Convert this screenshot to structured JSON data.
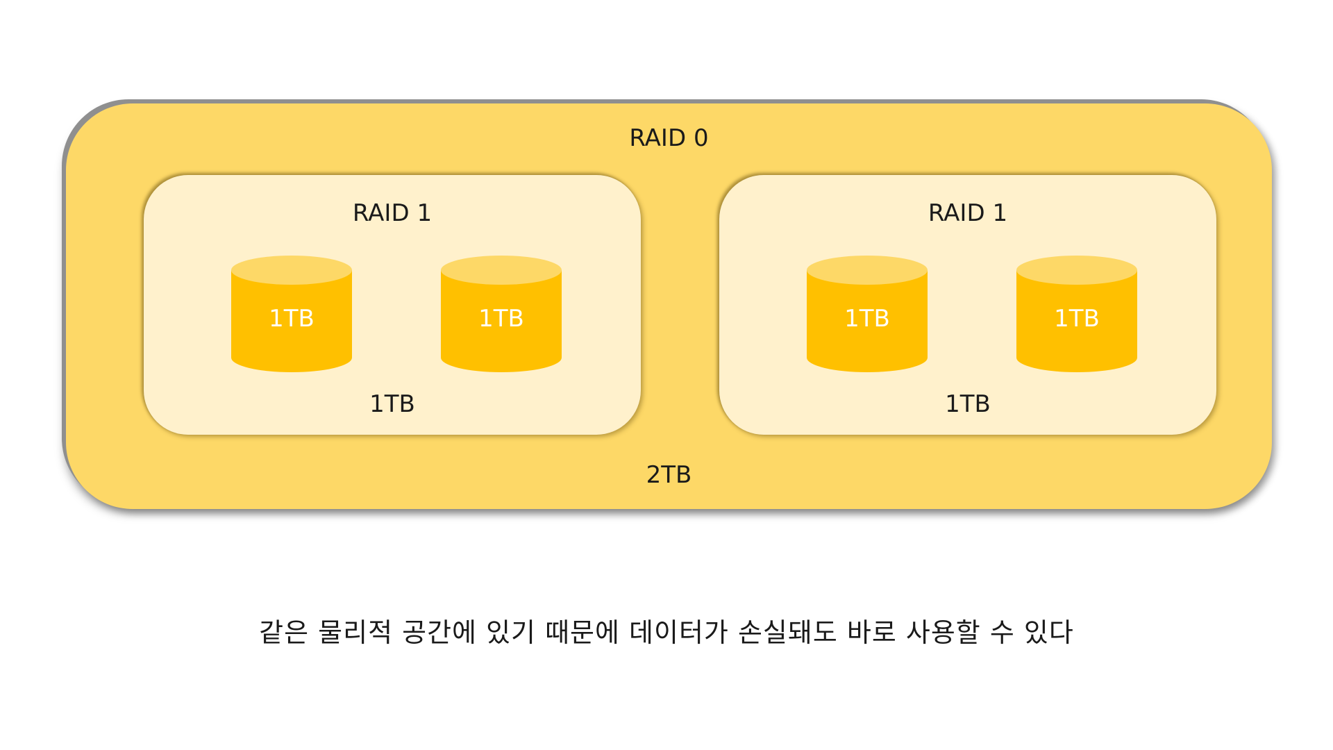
{
  "raid0": {
    "label": "RAID 0",
    "capacity": "2TB"
  },
  "groups": [
    {
      "label": "RAID 1",
      "capacity": "1TB",
      "disks": [
        "1TB",
        "1TB"
      ]
    },
    {
      "label": "RAID 1",
      "capacity": "1TB",
      "disks": [
        "1TB",
        "1TB"
      ]
    }
  ],
  "caption": "같은 물리적 공간에 있기 때문에 데이터가 손실돼도 바로 사용할 수 있다",
  "colors": {
    "outer_fill": "#fdd867",
    "inner_fill": "#fff1cc",
    "disk_body": "#ffc000",
    "disk_top": "#fdd867",
    "border_gray": "#8f8f8f"
  }
}
